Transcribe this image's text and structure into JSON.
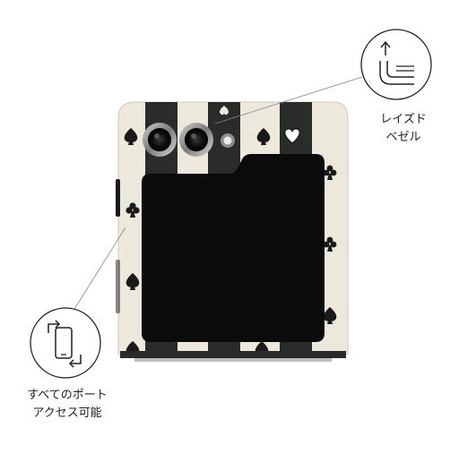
{
  "callouts": {
    "raised_bezel": {
      "icon": "raised-bezel-icon",
      "line1": "レイズド",
      "line2": "ベゼル"
    },
    "port_access": {
      "icon": "port-access-icon",
      "line1": "すべてのポート",
      "line2": "アクセス可能"
    }
  },
  "colors": {
    "case_background": "#ece8dc",
    "stripe": "#1a1a1a",
    "cover_screen": "#0b0b0b",
    "camera_ring": "#8a8a8a",
    "outline": "#222222"
  },
  "pattern": {
    "suits": [
      "spade-icon",
      "heart-icon",
      "club-icon"
    ]
  }
}
